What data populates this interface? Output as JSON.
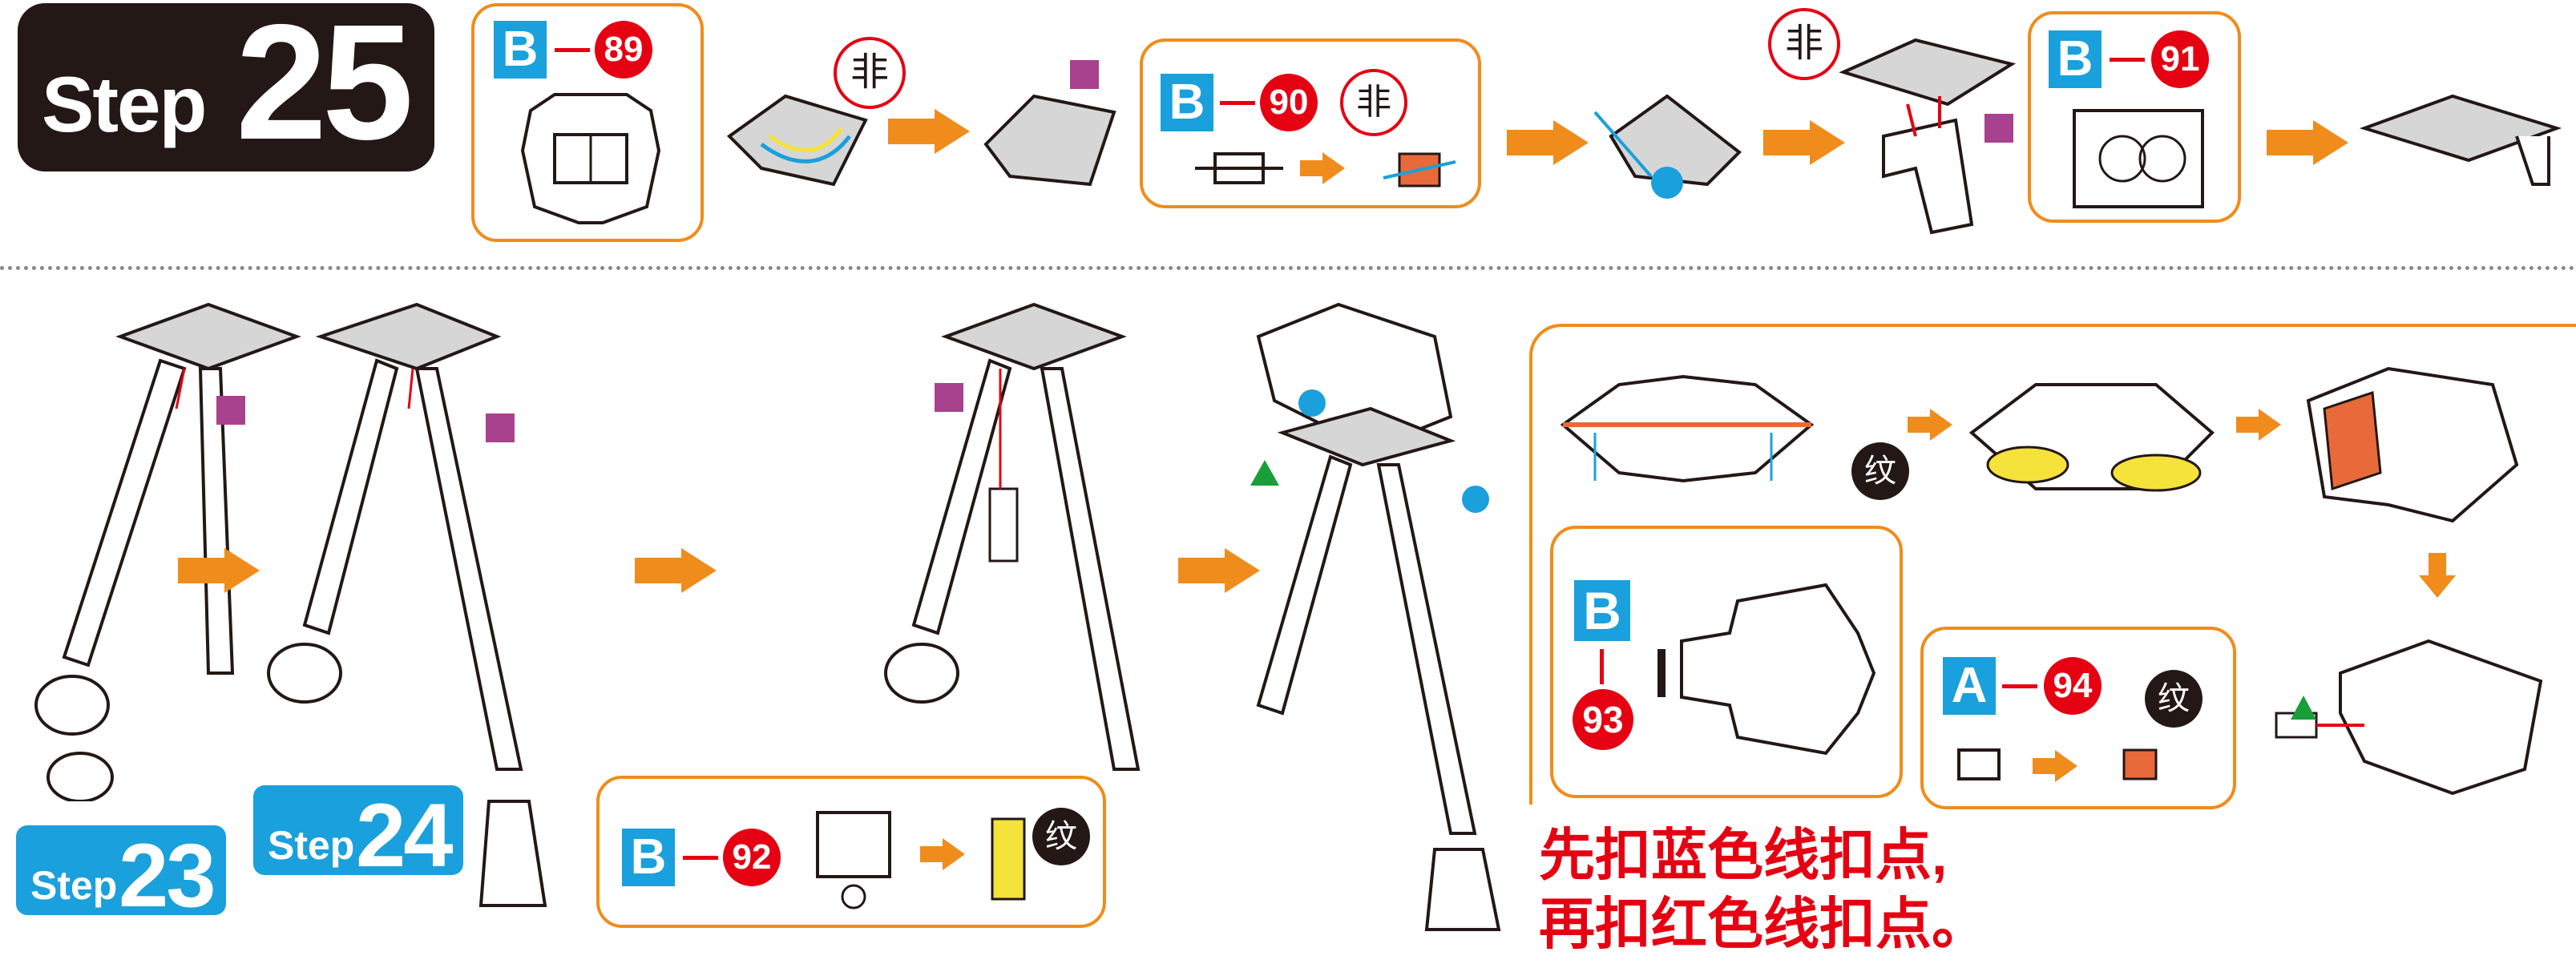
{
  "step_main": {
    "word": "Step",
    "number": "25"
  },
  "callouts": [
    {
      "id": "b89",
      "letter": "B",
      "number": "89"
    },
    {
      "id": "b90",
      "letter": "B",
      "number": "90",
      "mark": "非"
    },
    {
      "id": "b91",
      "letter": "B",
      "number": "91"
    },
    {
      "id": "b92",
      "letter": "B",
      "number": "92",
      "mark": "纹"
    },
    {
      "id": "b93",
      "letter": "B",
      "number": "93"
    },
    {
      "id": "a94",
      "letter": "A",
      "number": "94",
      "mark": "纹"
    }
  ],
  "marks": {
    "fei": "非",
    "wen": "纹"
  },
  "step_refs": [
    {
      "word": "Step",
      "number": "23"
    },
    {
      "word": "Step",
      "number": "24"
    }
  ],
  "note_lines": [
    "先扣蓝色线扣点,",
    "再扣红色线扣点。"
  ],
  "colors": {
    "orange": "#f08c1b",
    "blue": "#1aa0dc",
    "red": "#e50012",
    "purple": "#a8418e",
    "dark": "#231815",
    "green": "#1a9e3a",
    "yellow": "#f5e23a"
  }
}
